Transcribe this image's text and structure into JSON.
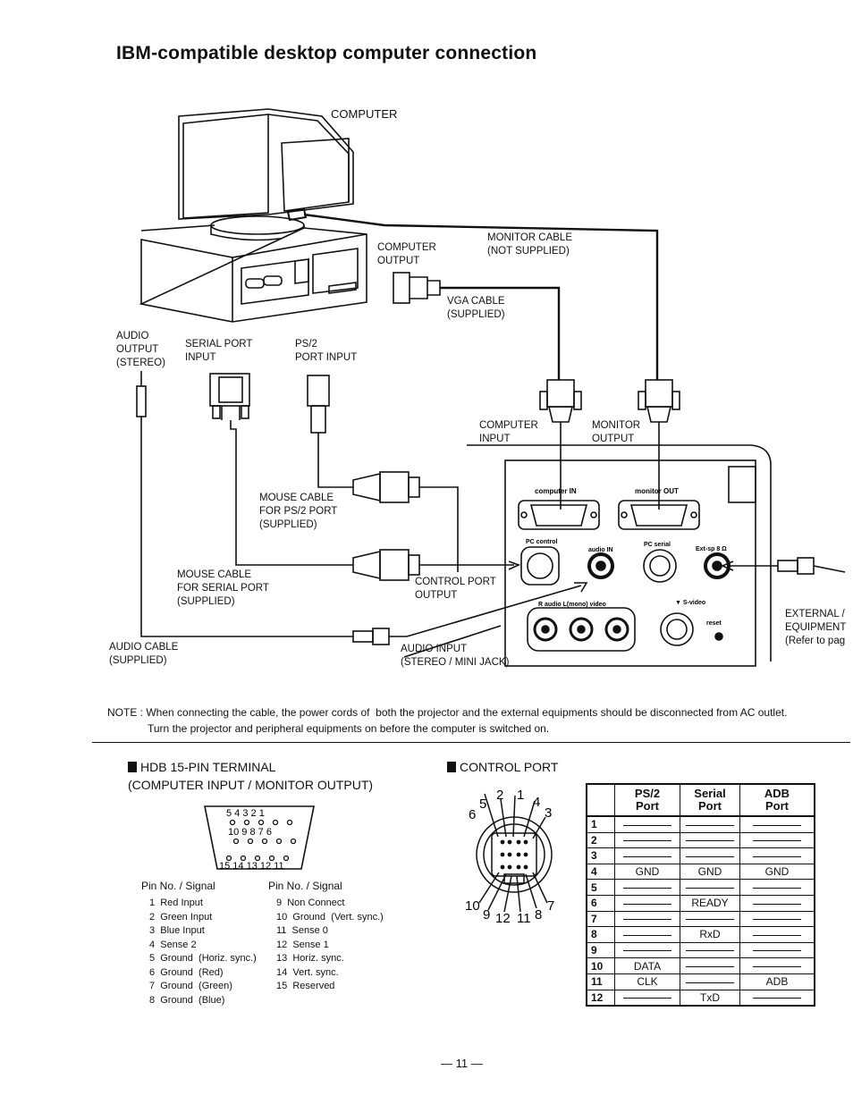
{
  "title": "IBM-compatible desktop computer connection",
  "diagram": {
    "computer": "COMPUTER",
    "computer_output": "COMPUTER\nOUTPUT",
    "monitor_cable": "MONITOR CABLE\n(NOT SUPPLIED)",
    "vga_cable": "VGA CABLE\n(SUPPLIED)",
    "audio_output": "AUDIO\nOUTPUT\n(STEREO)",
    "serial_port_input": "SERIAL PORT\nINPUT",
    "ps2_port_input": "PS/2\nPORT INPUT",
    "computer_input": "COMPUTER\nINPUT",
    "monitor_output": "MONITOR\nOUTPUT",
    "mouse_cable_ps2": "MOUSE CABLE\nFOR PS/2 PORT\n(SUPPLIED)",
    "mouse_cable_serial": "MOUSE CABLE\nFOR SERIAL PORT\n(SUPPLIED)",
    "control_port_output": "CONTROL PORT\nOUTPUT",
    "audio_cable": "AUDIO CABLE\n(SUPPLIED)",
    "audio_input": "AUDIO INPUT\n(STEREO / MINI JACK)",
    "external_equipment": "EXTERNAL /\nEQUIPMENT\n(Refer to pag",
    "panel": {
      "computer_in": "computer IN",
      "monitor_out": "monitor OUT",
      "pc_control": "PC control",
      "audio_in": "audio IN",
      "pc_serial": "PC serial",
      "ext_sp": "Ext-sp 8 Ω",
      "s_video": "▼ S-video",
      "rca_labels": "R audio L(mono) video",
      "reset": "reset"
    }
  },
  "note": {
    "line1": "NOTE : When connecting the cable, the power cords of  both the projector and the external equipments should be disconnected from AC outlet.",
    "line2": "Turn the projector and peripheral equipments on before the computer is switched on."
  },
  "hdb": {
    "heading": "HDB 15-PIN TERMINAL\n(COMPUTER INPUT / MONITOR OUTPUT)",
    "row1": "5  4  3  2  1",
    "row2": "10  9  8  7  6",
    "row3": "15 14 13 12 11",
    "col_header": "Pin No. / Signal",
    "pins_left": "1  Red Input\n2  Green Input\n3  Blue Input\n4  Sense 2\n5  Ground  (Horiz. sync.)\n6  Ground  (Red)\n7  Ground  (Green)\n8  Ground  (Blue)",
    "pins_right": "9  Non Connect\n10  Ground  (Vert. sync.)\n11  Sense 0\n12  Sense 1\n13  Horiz. sync.\n14  Vert. sync.\n15  Reserved"
  },
  "control_port": {
    "heading": "CONTROL PORT",
    "pin_numbers": [
      "6",
      "5",
      "2",
      "1",
      "4",
      "3",
      "10",
      "9",
      "12",
      "11",
      "8",
      "7"
    ],
    "table": {
      "headers": [
        "PS/2\nPort",
        "Serial\nPort",
        "ADB\nPort"
      ],
      "rows": [
        {
          "n": "1",
          "ps2": "",
          "serial": "",
          "adb": ""
        },
        {
          "n": "2",
          "ps2": "",
          "serial": "",
          "adb": ""
        },
        {
          "n": "3",
          "ps2": "",
          "serial": "",
          "adb": ""
        },
        {
          "n": "4",
          "ps2": "GND",
          "serial": "GND",
          "adb": "GND"
        },
        {
          "n": "5",
          "ps2": "",
          "serial": "",
          "adb": ""
        },
        {
          "n": "6",
          "ps2": "",
          "serial": "READY",
          "adb": ""
        },
        {
          "n": "7",
          "ps2": "",
          "serial": "",
          "adb": ""
        },
        {
          "n": "8",
          "ps2": "",
          "serial": "RxD",
          "adb": ""
        },
        {
          "n": "9",
          "ps2": "",
          "serial": "",
          "adb": ""
        },
        {
          "n": "10",
          "ps2": "DATA",
          "serial": "",
          "adb": ""
        },
        {
          "n": "11",
          "ps2": "CLK",
          "serial": "",
          "adb": "ADB"
        },
        {
          "n": "12",
          "ps2": "",
          "serial": "TxD",
          "adb": ""
        }
      ]
    }
  },
  "page_number": "— 11 —"
}
